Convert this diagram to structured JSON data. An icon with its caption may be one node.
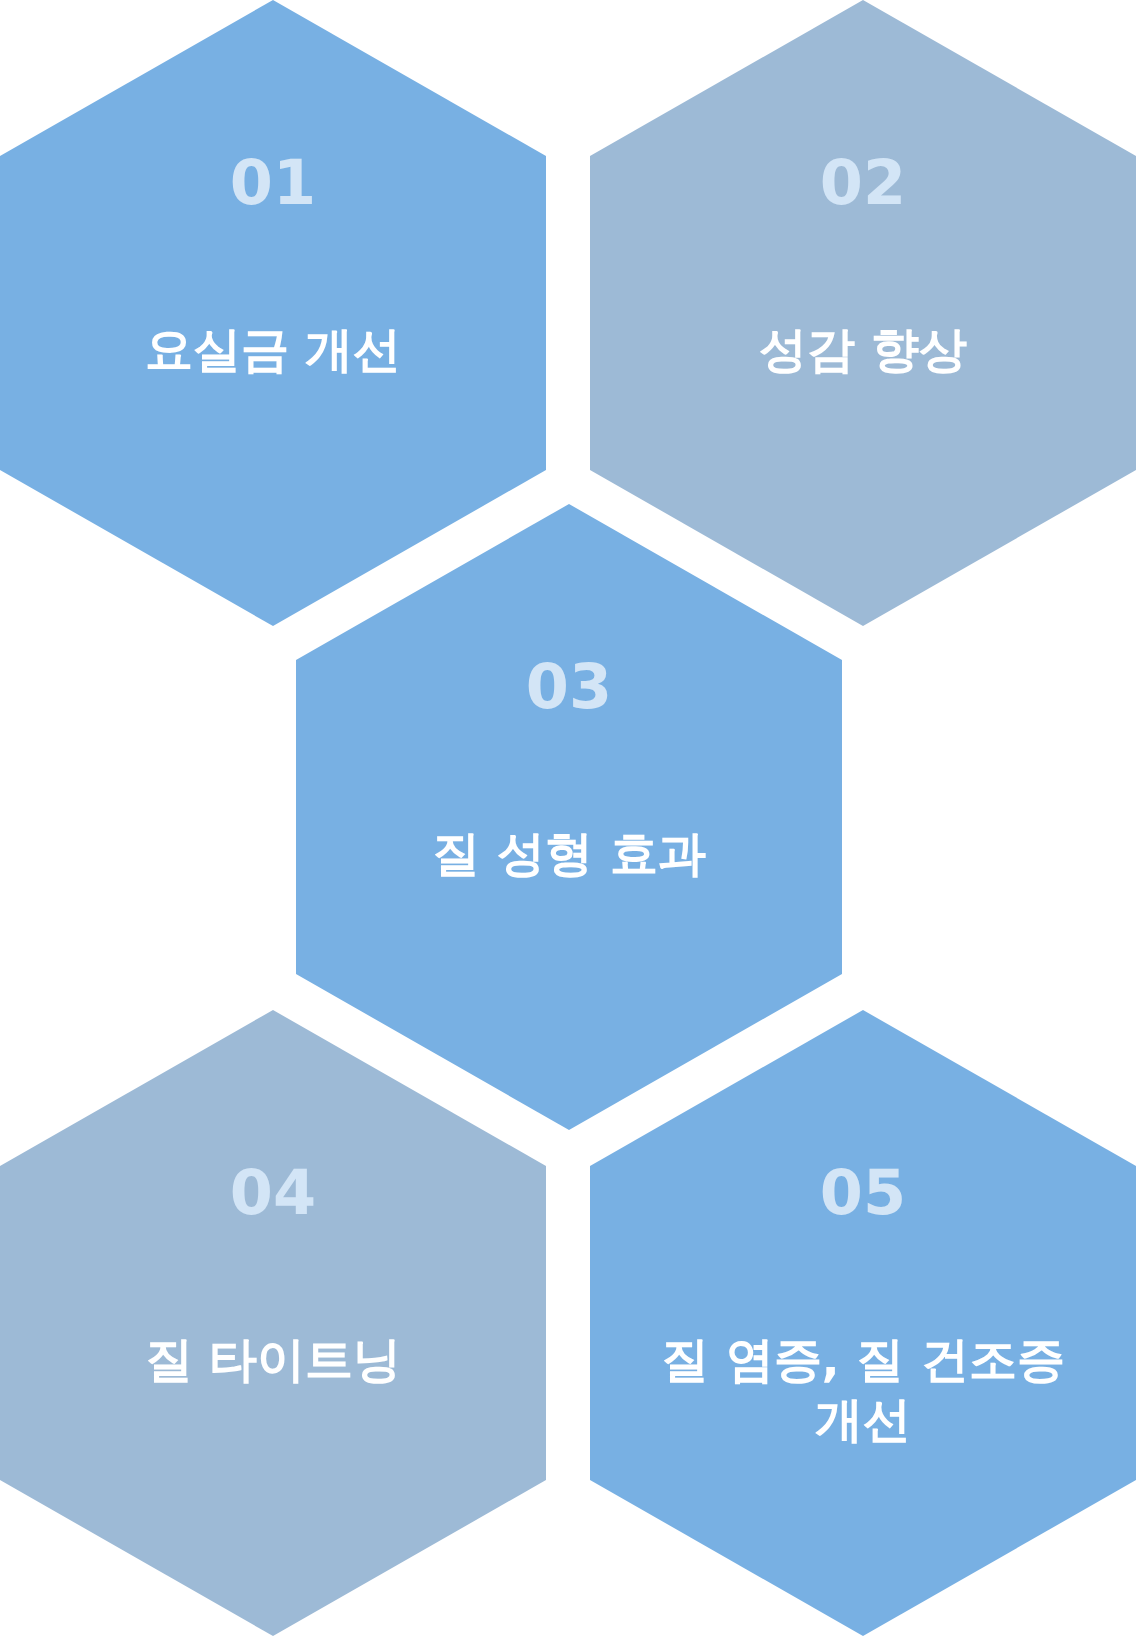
{
  "diagram": {
    "nodes": [
      {
        "text": [
          "01",
          "요실금 개선"
        ]
      },
      {
        "text": [
          "02",
          "성감 향상"
        ]
      },
      {
        "text": [
          "03",
          "질 성형 효과"
        ]
      },
      {
        "text": [
          "04",
          "질 타이트닝"
        ]
      },
      {
        "text": [
          "05",
          "질 염증, 질 건조증 개선"
        ]
      }
    ]
  }
}
